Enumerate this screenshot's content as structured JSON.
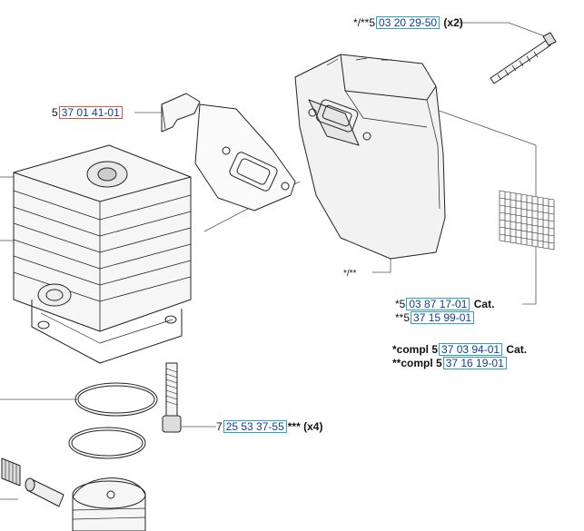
{
  "colors": {
    "link_border": "#2aa6c4",
    "link_border_alt": "#d9583a",
    "link_text": "#0d3f9a"
  },
  "labels": {
    "bolt_top": {
      "prefix": "*/**5",
      "part": "03 20 29-50",
      "suffix": " (x2)"
    },
    "bracket": {
      "prefix": "5",
      "part": "37 01 41-01"
    },
    "muffler_note": {
      "text": "*/**"
    },
    "muffler_cat1": {
      "prefix": "*5",
      "part": "03 87 17-01",
      "suffix": " Cat."
    },
    "muffler_cat2": {
      "prefix": "**5",
      "part": "37 15 99-01"
    },
    "compl_1": {
      "prefix": "*compl 5",
      "part": "37 03 94-01",
      "suffix": " Cat."
    },
    "compl_2": {
      "prefix": "**compl 5",
      "part": "37 16 19-01"
    },
    "cylinder_bolt": {
      "prefix": "7",
      "part": "25 53 37-55",
      "suffix": "*** (x4)"
    }
  }
}
